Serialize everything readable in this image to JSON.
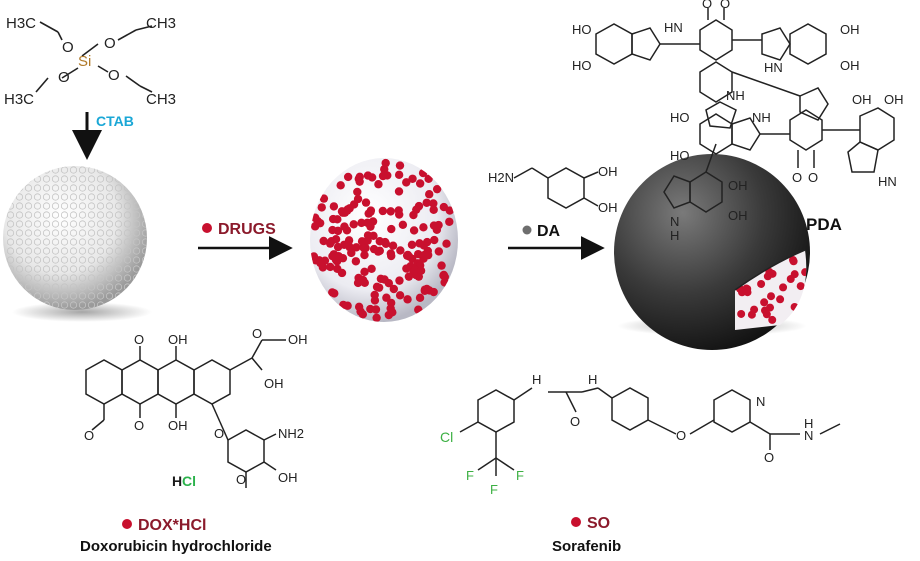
{
  "teos": {
    "ch3_top": "H3C",
    "ch3_top_right": "CH3",
    "ch3_bottom": "H3C",
    "ch3_bottom_right": "CH3",
    "si": "Si",
    "o": "O"
  },
  "steps": {
    "ctab": "CTAB",
    "drugs": "DRUGS",
    "dopamine_nh2": "H2N",
    "dopamine_oh": "OH",
    "da": "DA",
    "pda": "PDA"
  },
  "pda_structure": {
    "oh": "HO",
    "o": "O",
    "nh": "NH",
    "hn": "HN",
    "h": "H",
    "n": "N",
    "oh_right": "OH"
  },
  "doxorubicin": {
    "o": "O",
    "oh": "OH",
    "nh2": "NH2",
    "o_methyl": "O",
    "hcl_h": "H",
    "hcl_cl": "Cl",
    "legend_label": "DOX*HCl",
    "name": "Doxorubicin hydrochloride"
  },
  "sorafenib": {
    "cl": "Cl",
    "f": "F",
    "nh": "H",
    "n": "N",
    "o": "O",
    "legend_label": "SO",
    "name": "Sorafenib"
  },
  "colors": {
    "ctab": "#1aa7d6",
    "drug_red": "#c8102e",
    "drug_label": "#8b1a2b",
    "hcl_h": "#1a1a1a",
    "hcl_cl": "#2bb24c",
    "fluorine_chlorine": "#3cb043",
    "da_dot": "#6e6e6e"
  }
}
